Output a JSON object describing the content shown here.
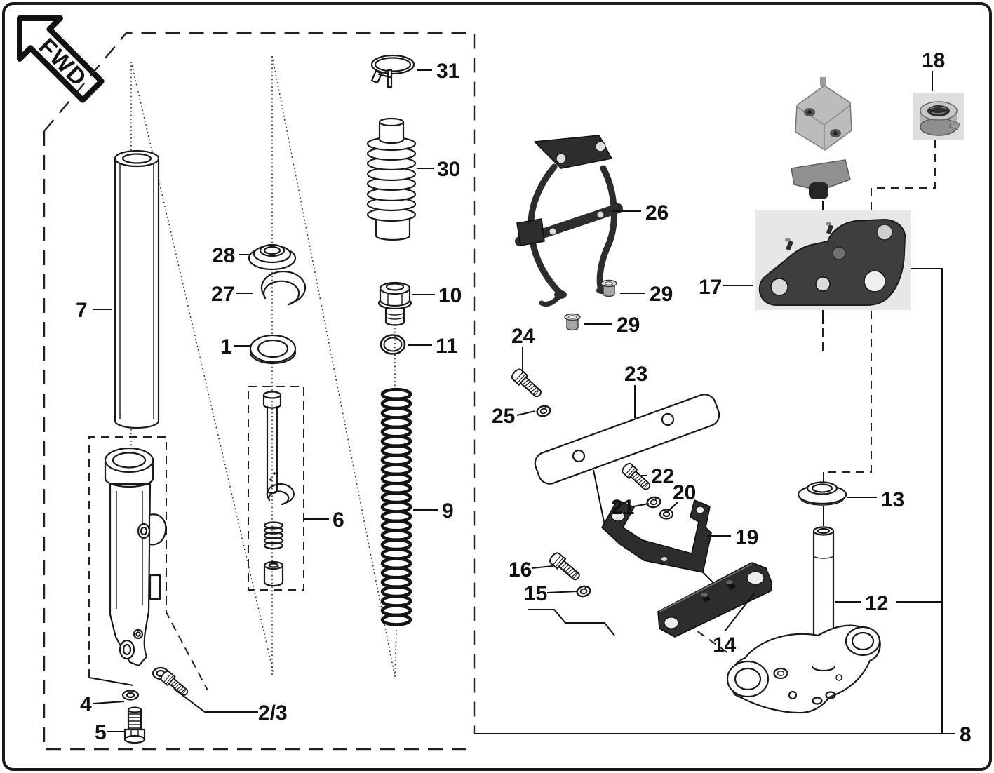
{
  "diagram": {
    "badge": "FWD",
    "callouts": {
      "p1": "1",
      "p2_3": "2/3",
      "p4": "4",
      "p5": "5",
      "p6": "6",
      "p7": "7",
      "p8": "8",
      "p9": "9",
      "p10": "10",
      "p11": "11",
      "p12": "12",
      "p13": "13",
      "p14": "14",
      "p15": "15",
      "p16": "16",
      "p17": "17",
      "p18": "18",
      "p19": "19",
      "p20": "20",
      "p21": "21",
      "p22": "22",
      "p23": "23",
      "p24": "24",
      "p25": "25",
      "p26": "26",
      "p27": "27",
      "p28": "28",
      "p29a": "29",
      "p29b": "29",
      "p30": "30",
      "p31": "31"
    },
    "colors": {
      "ink": "#1a1a1a",
      "background": "#ffffff",
      "photo_background": "#e7e7e7",
      "dark_part": "#2d2d2d"
    }
  }
}
